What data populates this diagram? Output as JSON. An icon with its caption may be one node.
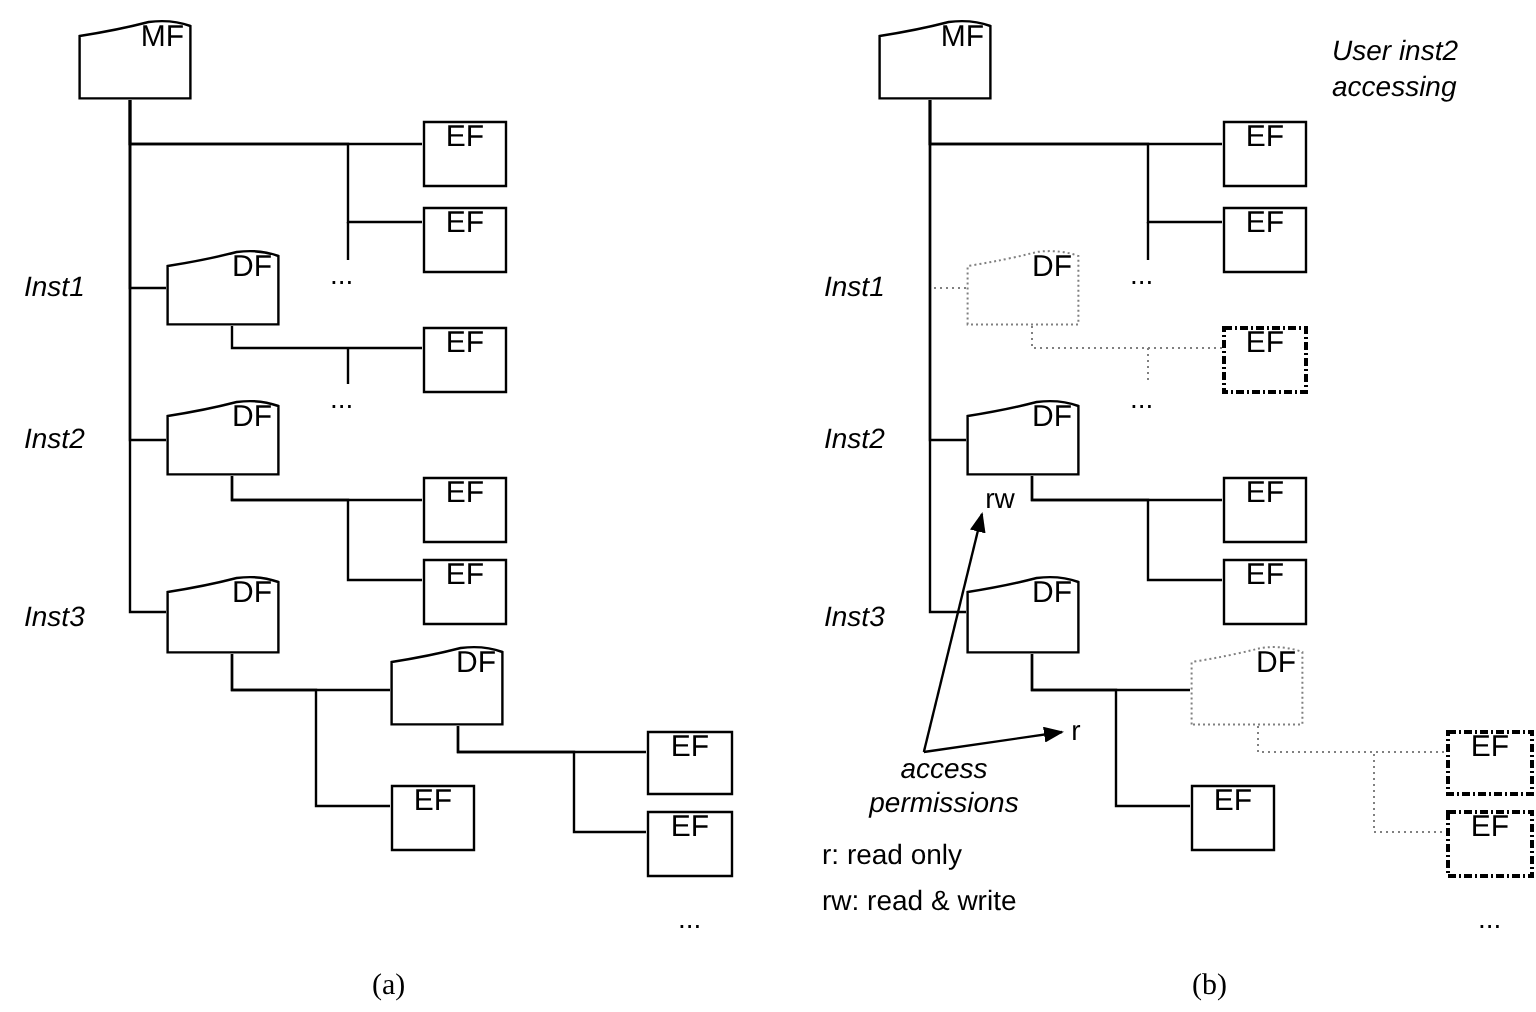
{
  "diagram": {
    "nodes": [
      {
        "text": [
          "MF"
        ]
      },
      {
        "text": [
          "EF"
        ]
      },
      {
        "text": [
          "EF"
        ]
      },
      {
        "text": [
          "DF"
        ]
      },
      {
        "text": [
          "EF"
        ]
      },
      {
        "text": [
          "DF"
        ]
      },
      {
        "text": [
          "EF"
        ]
      },
      {
        "text": [
          "EF"
        ]
      },
      {
        "text": [
          "DF"
        ]
      },
      {
        "text": [
          "DF"
        ]
      },
      {
        "text": [
          "EF"
        ]
      },
      {
        "text": [
          "EF"
        ]
      },
      {
        "text": [
          "EF"
        ]
      },
      {
        "text": [
          "MF"
        ]
      },
      {
        "text": [
          "EF"
        ]
      },
      {
        "text": [
          "EF"
        ]
      },
      {
        "text": [
          "DF"
        ]
      },
      {
        "text": [
          "EF"
        ]
      },
      {
        "text": [
          "DF"
        ]
      },
      {
        "text": [
          "EF"
        ]
      },
      {
        "text": [
          "EF"
        ]
      },
      {
        "text": [
          "DF"
        ]
      },
      {
        "text": [
          "DF"
        ]
      },
      {
        "text": [
          "EF"
        ]
      },
      {
        "text": [
          "EF"
        ]
      },
      {
        "text": [
          "EF"
        ]
      },
      {
        "text": [
          "rw"
        ]
      },
      {
        "text": [
          "r"
        ]
      },
      {
        "text": [
          "access permissions"
        ]
      }
    ],
    "edges": [
      {
        "from": 0,
        "to": 1,
        "arrow": "none"
      },
      {
        "from": 0,
        "to": 2,
        "arrow": "none"
      },
      {
        "from": 0,
        "to": 3,
        "arrow": "none"
      },
      {
        "from": 0,
        "to": 5,
        "arrow": "none"
      },
      {
        "from": 0,
        "to": 8,
        "arrow": "none"
      },
      {
        "from": 3,
        "to": 4,
        "arrow": "none"
      },
      {
        "from": 5,
        "to": 6,
        "arrow": "none"
      },
      {
        "from": 5,
        "to": 7,
        "arrow": "none"
      },
      {
        "from": 8,
        "to": 9,
        "arrow": "none"
      },
      {
        "from": 8,
        "to": 10,
        "arrow": "none"
      },
      {
        "from": 9,
        "to": 11,
        "arrow": "none"
      },
      {
        "from": 9,
        "to": 12,
        "arrow": "none"
      },
      {
        "from": 13,
        "to": 14,
        "arrow": "none"
      },
      {
        "from": 13,
        "to": 15,
        "arrow": "none"
      },
      {
        "from": 13,
        "to": 16,
        "arrow": "none",
        "style": "dashed",
        "color": "#808080"
      },
      {
        "from": 13,
        "to": 18,
        "arrow": "none"
      },
      {
        "from": 13,
        "to": 21,
        "arrow": "none"
      },
      {
        "from": 16,
        "to": 17,
        "arrow": "none",
        "style": "dashed",
        "color": "#808080"
      },
      {
        "from": 18,
        "to": 19,
        "arrow": "none"
      },
      {
        "from": 18,
        "to": 20,
        "arrow": "none"
      },
      {
        "from": 21,
        "to": 22,
        "arrow": "none"
      },
      {
        "from": 21,
        "to": 23,
        "arrow": "none"
      },
      {
        "from": 22,
        "to": 24,
        "arrow": "none",
        "style": "dashed",
        "color": "#808080"
      },
      {
        "from": 22,
        "to": 25,
        "arrow": "none",
        "style": "dashed",
        "color": "#808080"
      },
      {
        "from": 28,
        "to": 26,
        "arrow": "to"
      },
      {
        "from": 28,
        "to": 27,
        "arrow": "to"
      }
    ],
    "labels": [
      "Inst1",
      "...",
      "...",
      "Inst2",
      "Inst3",
      "...",
      "(a)",
      "User inst2 accessing",
      "Inst1",
      "...",
      "...",
      "Inst2",
      "Inst3",
      "r: read only",
      "rw: read & write",
      "...",
      "(b)"
    ]
  }
}
